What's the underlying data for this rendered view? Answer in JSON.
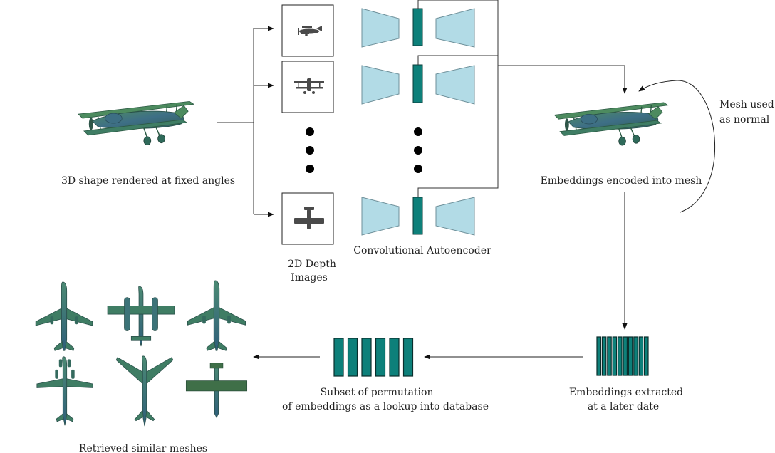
{
  "labels": {
    "rendered": "3D shape rendered at fixed angles",
    "depth_line1": "2D Depth",
    "depth_line2": "Images",
    "autoencoder": "Convolutional Autoencoder",
    "encoded": "Embeddings encoded into mesh",
    "normal_line1": "Mesh used",
    "normal_line2": "as normal",
    "extracted_line1": "Embeddings extracted",
    "extracted_line2": "at a later date",
    "subset_line1": "Subset of permutation",
    "subset_line2": "of embeddings as a lookup into database",
    "retrieved": "Retrieved similar meshes"
  },
  "colors": {
    "teal": "#0d807a",
    "light_blue": "#b2dbe6",
    "mesh_green": "#3f7d5a",
    "mesh_blue": "#3e6a86",
    "depth_gray": "#4a4a4a"
  },
  "icons": {
    "source_mesh": "biplane-icon",
    "encoded_mesh": "biplane-icon",
    "depth_view_1": "biplane-side-depth-icon",
    "depth_view_2": "biplane-front-depth-icon",
    "depth_view_3": "biplane-top-depth-icon",
    "retrieved": [
      "jet-airliner-icon",
      "twin-prop-plane-icon",
      "jet-airliner-icon",
      "quad-jet-icon",
      "swept-wing-jet-icon",
      "straight-wing-plane-icon"
    ]
  },
  "embedding_blocks": {
    "subset_count": 6,
    "full_count": 10
  }
}
